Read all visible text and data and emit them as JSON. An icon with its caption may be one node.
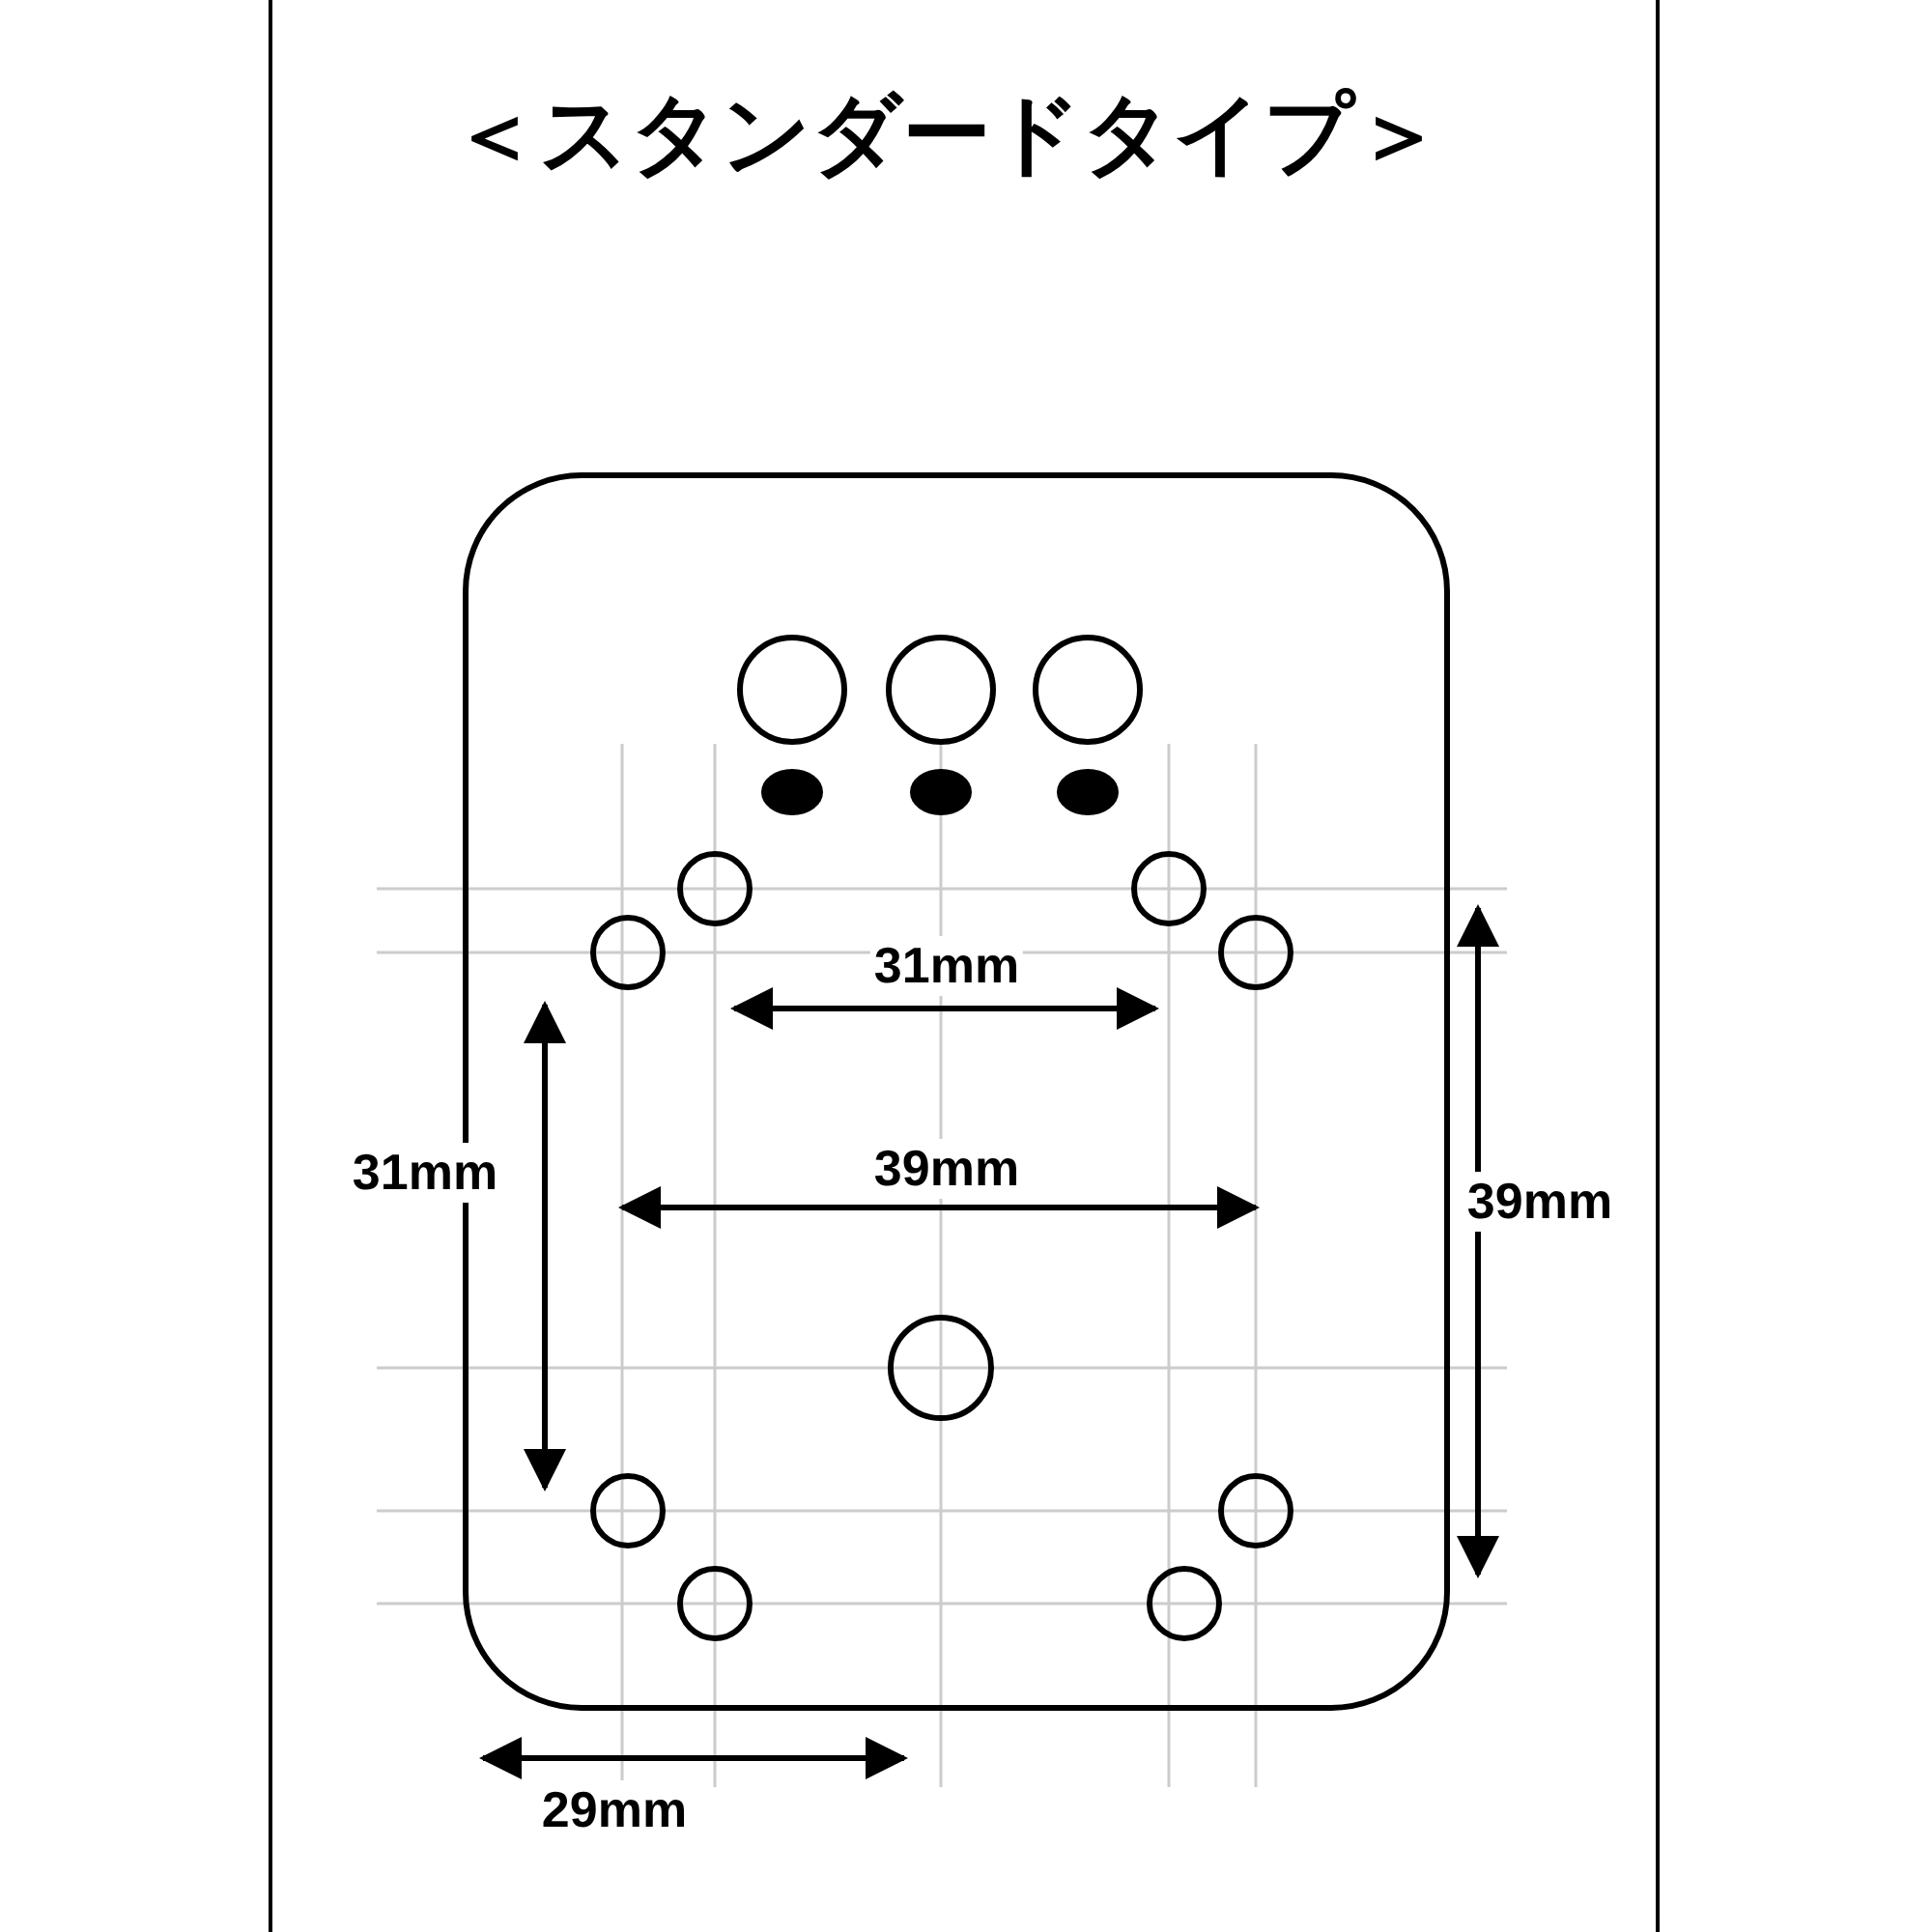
{
  "diagram": {
    "title": "＜スタンダードタイプ＞",
    "labels": [
      "31mm",
      "31mm",
      "39mm",
      "39mm",
      "29mm"
    ]
  }
}
